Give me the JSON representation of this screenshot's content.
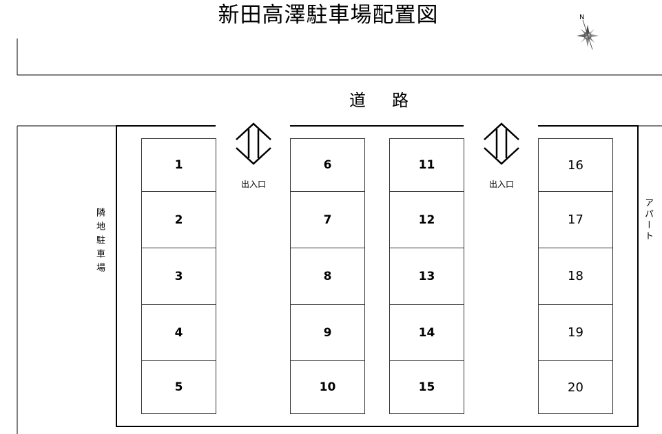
{
  "title": "新田高澤駐車場配置図",
  "compass": {
    "north_label": "N"
  },
  "road_label": [
    "道",
    "路"
  ],
  "left_neighbor": "隣地駐車場",
  "right_neighbor": "アパート",
  "entrances": [
    "出入口",
    "出入口"
  ],
  "spaces": [
    {
      "number": "1"
    },
    {
      "number": "2"
    },
    {
      "number": "3"
    },
    {
      "number": "4"
    },
    {
      "number": "5"
    },
    {
      "number": "6"
    },
    {
      "number": "7"
    },
    {
      "number": "8"
    },
    {
      "number": "9"
    },
    {
      "number": "10"
    },
    {
      "number": "11"
    },
    {
      "number": "12"
    },
    {
      "number": "13"
    },
    {
      "number": "14"
    },
    {
      "number": "15"
    },
    {
      "number": "16"
    },
    {
      "number": "17"
    },
    {
      "number": "18"
    },
    {
      "number": "19"
    },
    {
      "number": "20"
    }
  ]
}
